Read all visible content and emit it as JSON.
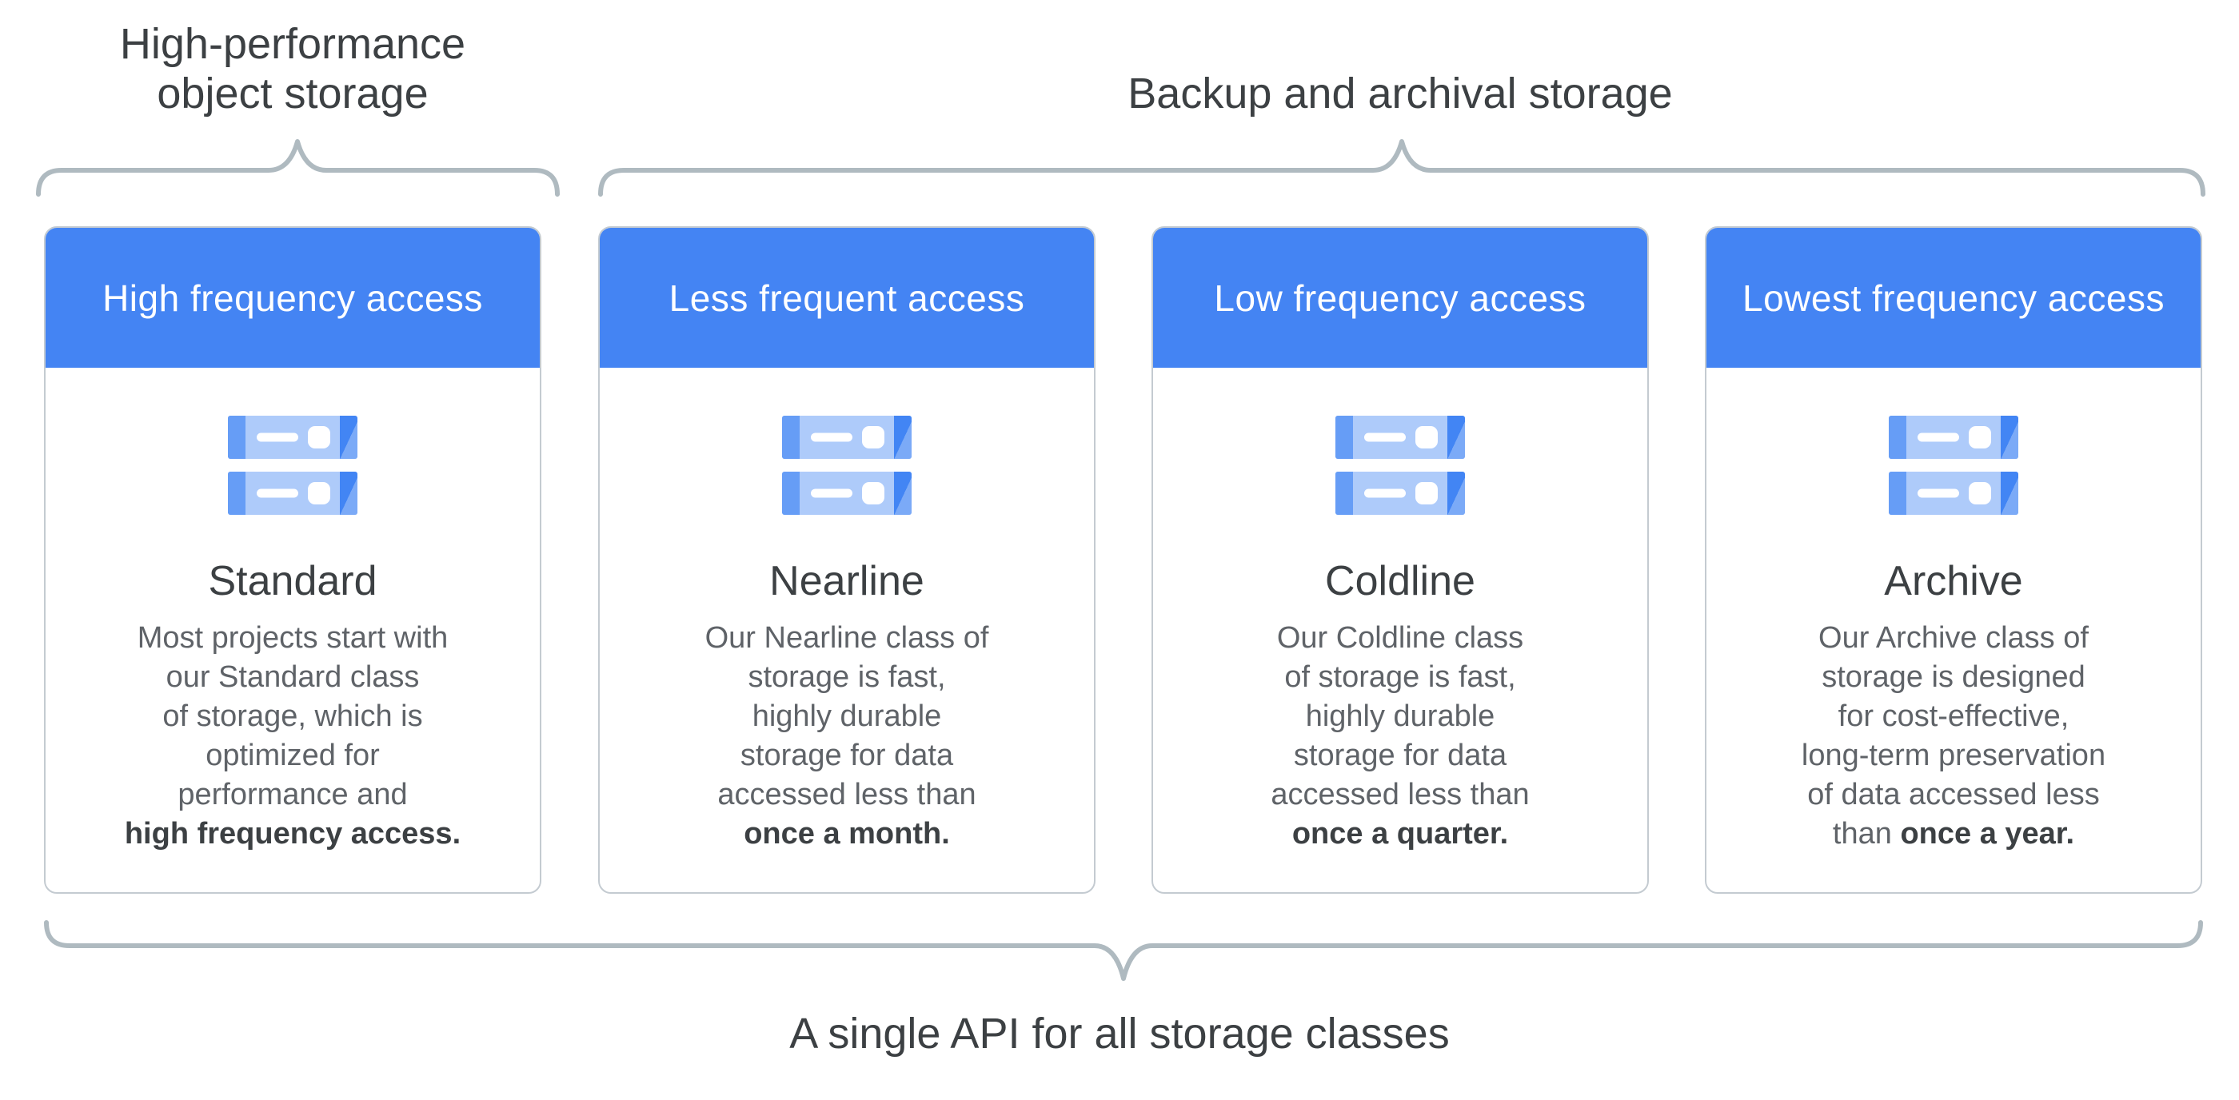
{
  "page": {
    "top_label_primary": "High-performance\nobject storage",
    "top_label_secondary": "Backup and archival storage",
    "bottom_label": "A single API for all storage classes"
  },
  "cards": [
    {
      "header": "High frequency access",
      "title": "Standard",
      "body": "Most projects start with\nour Standard class\nof storage, which is\noptimized for\nperformance and\n",
      "body_bold": "high frequency access."
    },
    {
      "header": "Less frequent access",
      "title": "Nearline",
      "body": "Our Nearline class of\nstorage is fast,\nhighly durable\nstorage for data\naccessed less than\n",
      "body_bold": "once a month."
    },
    {
      "header": "Low frequency access",
      "title": "Coldline",
      "body": "Our Coldline class\nof storage is fast,\nhighly durable\nstorage for data\naccessed less than\n",
      "body_bold": "once a quarter."
    },
    {
      "header": "Lowest frequency access",
      "title": "Archive",
      "body": "Our Archive class of\nstorage is designed\nfor cost-effective,\nlong-term preservation\nof data accessed less\nthan ",
      "body_bold": "once a year."
    }
  ],
  "icons": {
    "storage_icon": "storage-servers-icon",
    "brace_icon": "curly-brace"
  },
  "colors": {
    "header_blue": "#4484F3",
    "icon_body": "#AECBFA",
    "icon_cap": "#669DF6",
    "icon_cap_dark": "#4285F4",
    "icon_cap_light": "#7BAAF7",
    "brace": "#AFBAC0",
    "text_dark": "#3C4043",
    "text_body": "#5F6368",
    "card_border": "#C4CBD1"
  }
}
